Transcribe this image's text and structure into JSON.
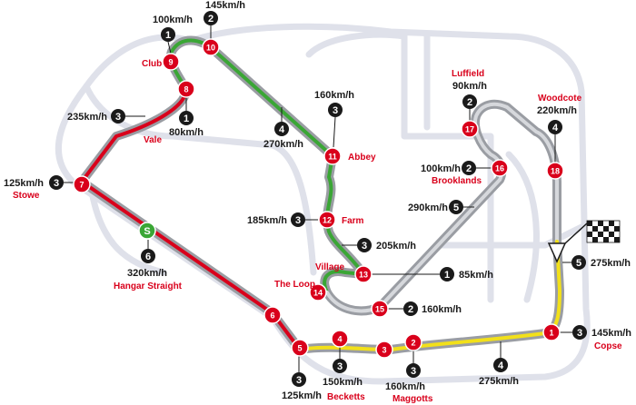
{
  "turns": [
    {
      "num": "1",
      "name": "Copse",
      "speed": "145km/h",
      "gear": "3"
    },
    {
      "num": "2",
      "name": "Maggotts",
      "speed": "160km/h",
      "gear": "3"
    },
    {
      "num": "3",
      "name": "",
      "speed": "",
      "gear": ""
    },
    {
      "num": "4",
      "name": "",
      "speed": "150km/h",
      "gear": "3"
    },
    {
      "num": "5",
      "name": "Becketts",
      "speed": "125km/h",
      "gear": "3"
    },
    {
      "num": "6",
      "name": "",
      "speed": "",
      "gear": ""
    },
    {
      "num": "7",
      "name": "Stowe",
      "speed": "125km/h",
      "gear": "3"
    },
    {
      "num": "8",
      "name": "",
      "speed": "80km/h",
      "gear": "1"
    },
    {
      "num": "9",
      "name": "Club",
      "speed": "100km/h",
      "gear": "1"
    },
    {
      "num": "10",
      "name": "",
      "speed": "145km/h",
      "gear": "2"
    },
    {
      "num": "11",
      "name": "Abbey",
      "speed": "160km/h",
      "gear": "3"
    },
    {
      "num": "12",
      "name": "Farm",
      "speed": "185km/h",
      "gear": "3"
    },
    {
      "num": "13",
      "name": "Village",
      "speed": "85km/h",
      "gear": "1"
    },
    {
      "num": "14",
      "name": "The Loop",
      "speed": "",
      "gear": ""
    },
    {
      "num": "15",
      "name": "",
      "speed": "160km/h",
      "gear": "2"
    },
    {
      "num": "16",
      "name": "Brooklands",
      "speed": "100km/h",
      "gear": "2"
    },
    {
      "num": "17",
      "name": "Luffield",
      "speed": "90km/h",
      "gear": "2"
    },
    {
      "num": "18",
      "name": "Woodcote",
      "speed": "220km/h",
      "gear": "4"
    }
  ],
  "straights": [
    {
      "id": "s-start",
      "speed": "275km/h",
      "gear": "5"
    },
    {
      "id": "s-maggotts",
      "speed": "275km/h",
      "gear": "4"
    },
    {
      "id": "s-hangar",
      "name": "Hangar Straight",
      "speed": "320km/h",
      "gear": "6"
    },
    {
      "id": "s-vale",
      "name": "Vale",
      "speed": "235km/h",
      "gear": "3"
    },
    {
      "id": "s-wellington",
      "speed": "270km/h",
      "gear": "4"
    },
    {
      "id": "s-farm",
      "speed": "205km/h",
      "gear": "3"
    },
    {
      "id": "s-brooklands",
      "speed": "290km/h",
      "gear": "5"
    }
  ],
  "speed_trap": {
    "symbol": "S"
  },
  "colors": {
    "red": "#d9001b",
    "green": "#3aa635",
    "yellow": "#f2e01a",
    "track": "#a8abb0",
    "faint": "#dfe1ea",
    "dark": "#1a1a1a"
  }
}
